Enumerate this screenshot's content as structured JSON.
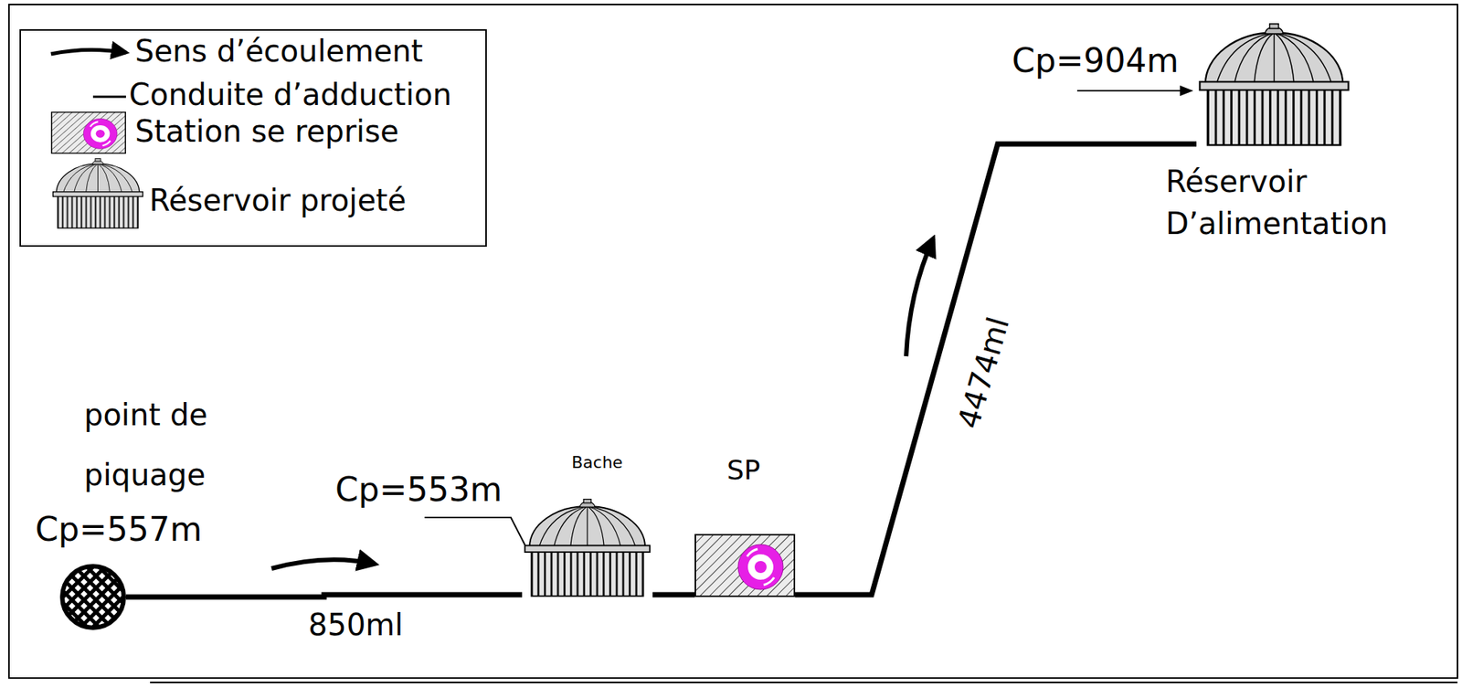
{
  "diagram": {
    "nodes": [
      {
        "text": [
          "point de piquage",
          "Cp=557m"
        ]
      },
      {
        "text": [
          "Bache",
          "Cp=553m"
        ]
      },
      {
        "text": [
          "SP"
        ]
      },
      {
        "text": [
          "Cp=904m",
          "Réservoir D’alimentation"
        ]
      }
    ],
    "edges": [
      {
        "from": 0,
        "to": 1,
        "arrow": "none",
        "label": "850ml"
      },
      {
        "from": 1,
        "to": 2,
        "arrow": "none"
      },
      {
        "from": 2,
        "to": 3,
        "arrow": "none",
        "label": "4474ml"
      }
    ],
    "legend": [
      {
        "text": "Sens d’écoulement"
      },
      {
        "text": "Conduite d’adduction"
      },
      {
        "text": "Station se reprise"
      },
      {
        "text": "Réservoir projeté"
      }
    ]
  }
}
